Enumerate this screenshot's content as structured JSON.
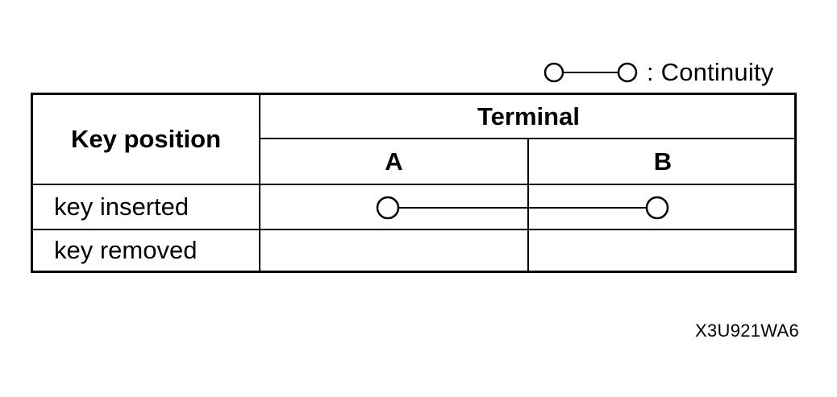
{
  "legend": {
    "symbol": "circle-line-circle",
    "text": ": Continuity"
  },
  "table": {
    "row_header_label": "Key position",
    "group_header_label": "Terminal",
    "columns": [
      "A",
      "B"
    ],
    "rows": [
      {
        "label": "key inserted",
        "continuity": [
          "A",
          "B"
        ]
      },
      {
        "label": "key removed",
        "continuity": []
      }
    ]
  },
  "figure_code": "X3U921WA6"
}
